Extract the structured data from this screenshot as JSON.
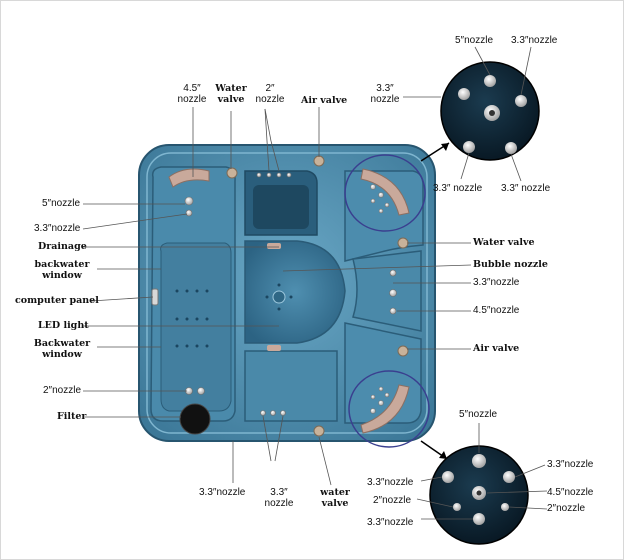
{
  "colors": {
    "shell": "#4d8fb0",
    "shell_dark": "#2f6480",
    "seat": "#5a9cbd",
    "deep": "#1f4a63",
    "pillow": "#c9a99b",
    "jet_silver": "#d6d6d6",
    "leader_line": "#555555",
    "callout_ring": "#3a3f8f"
  },
  "left_labels": {
    "nozzle_5": "5″nozzle",
    "nozzle_33": "3.3″nozzle",
    "drainage": "Drainage",
    "backwater_window_1": "backwater window",
    "computer_panel": "computer panel",
    "led_light": "LED light",
    "backwater_window_2": "Backwater window",
    "nozzle_2": "2″nozzle",
    "filter": "Filter"
  },
  "top_labels": {
    "nozzle_45": "4.5″ nozzle",
    "water_valve": "Water valve",
    "nozzle_2": "2″ nozzle",
    "air_valve": "Air valve",
    "nozzle_33": "3.3″ nozzle"
  },
  "right_labels": {
    "water_valve": "Water valve",
    "bubble_nozzle": "Bubble nozzle",
    "nozzle_33": "3.3″nozzle",
    "nozzle_45": "4.5″nozzle",
    "air_valve": "Air valve"
  },
  "bottom_labels": {
    "nozzle_33_a": "3.3″nozzle",
    "nozzle_33_b": "3.3″ nozzle",
    "water_valve": "water valve"
  },
  "top_detail_labels": {
    "nozzle_5": "5″nozzle",
    "nozzle_33_top": "3.3″nozzle",
    "nozzle_33_left": "3.3″ nozzle",
    "nozzle_33_right": "3.3″ nozzle"
  },
  "bottom_detail_labels": {
    "nozzle_5": "5″nozzle",
    "nozzle_33_right": "3.3″nozzle",
    "nozzle_33_left": "3.3″nozzle",
    "nozzle_2_left": "2″nozzle",
    "nozzle_45": "4.5″nozzle",
    "nozzle_2_right": "2″nozzle",
    "nozzle_33_bottom": "3.3″nozzle"
  }
}
